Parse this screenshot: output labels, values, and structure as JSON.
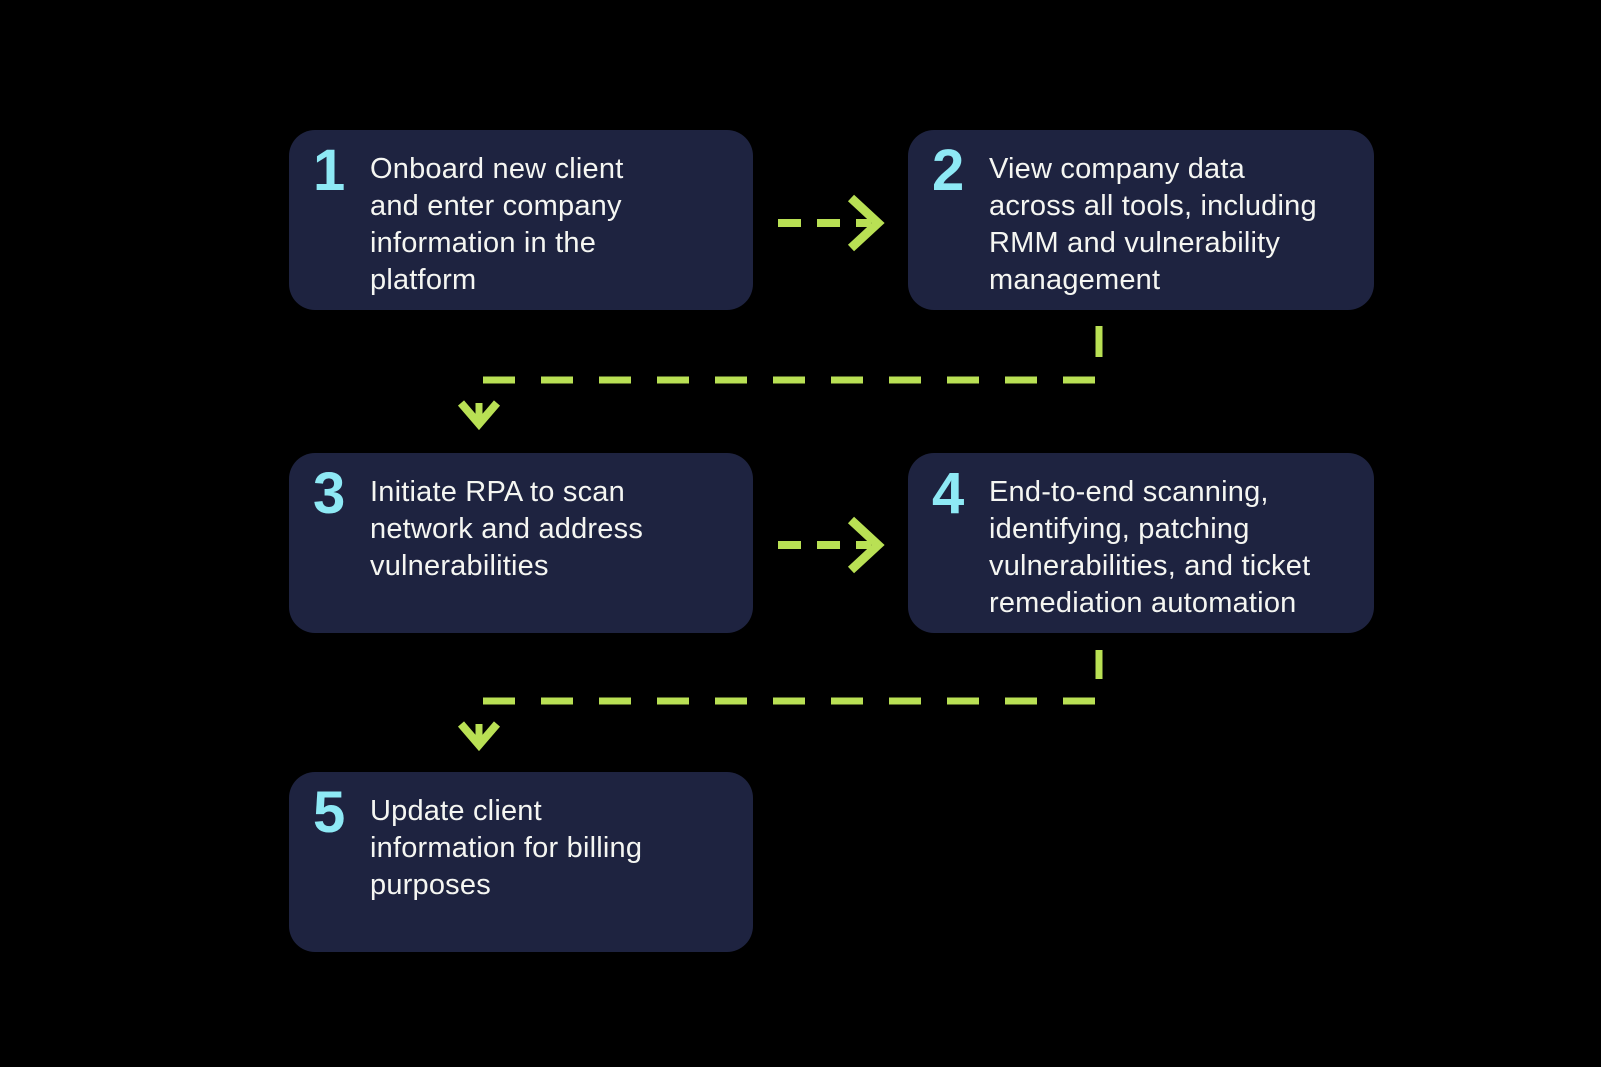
{
  "theme": {
    "background": "#000000",
    "box_bg": "#1e2340",
    "number_color": "#8ee9f5",
    "text_color": "#f5f6f2",
    "arrow_color": "#b9e054"
  },
  "diagram": {
    "steps": [
      {
        "number": "1",
        "text": "Onboard new client\nand enter company\ninformation in the\nplatform"
      },
      {
        "number": "2",
        "text": "View company data\nacross all tools, including\nRMM and vulnerability\nmanagement"
      },
      {
        "number": "3",
        "text": "Initiate RPA to scan\nnetwork and address\nvulnerabilities"
      },
      {
        "number": "4",
        "text": "End-to-end scanning,\nidentifying, patching\nvulnerabilities, and ticket\nremediation automation"
      },
      {
        "number": "5",
        "text": "Update client\ninformation for billing\npurposes"
      }
    ]
  }
}
